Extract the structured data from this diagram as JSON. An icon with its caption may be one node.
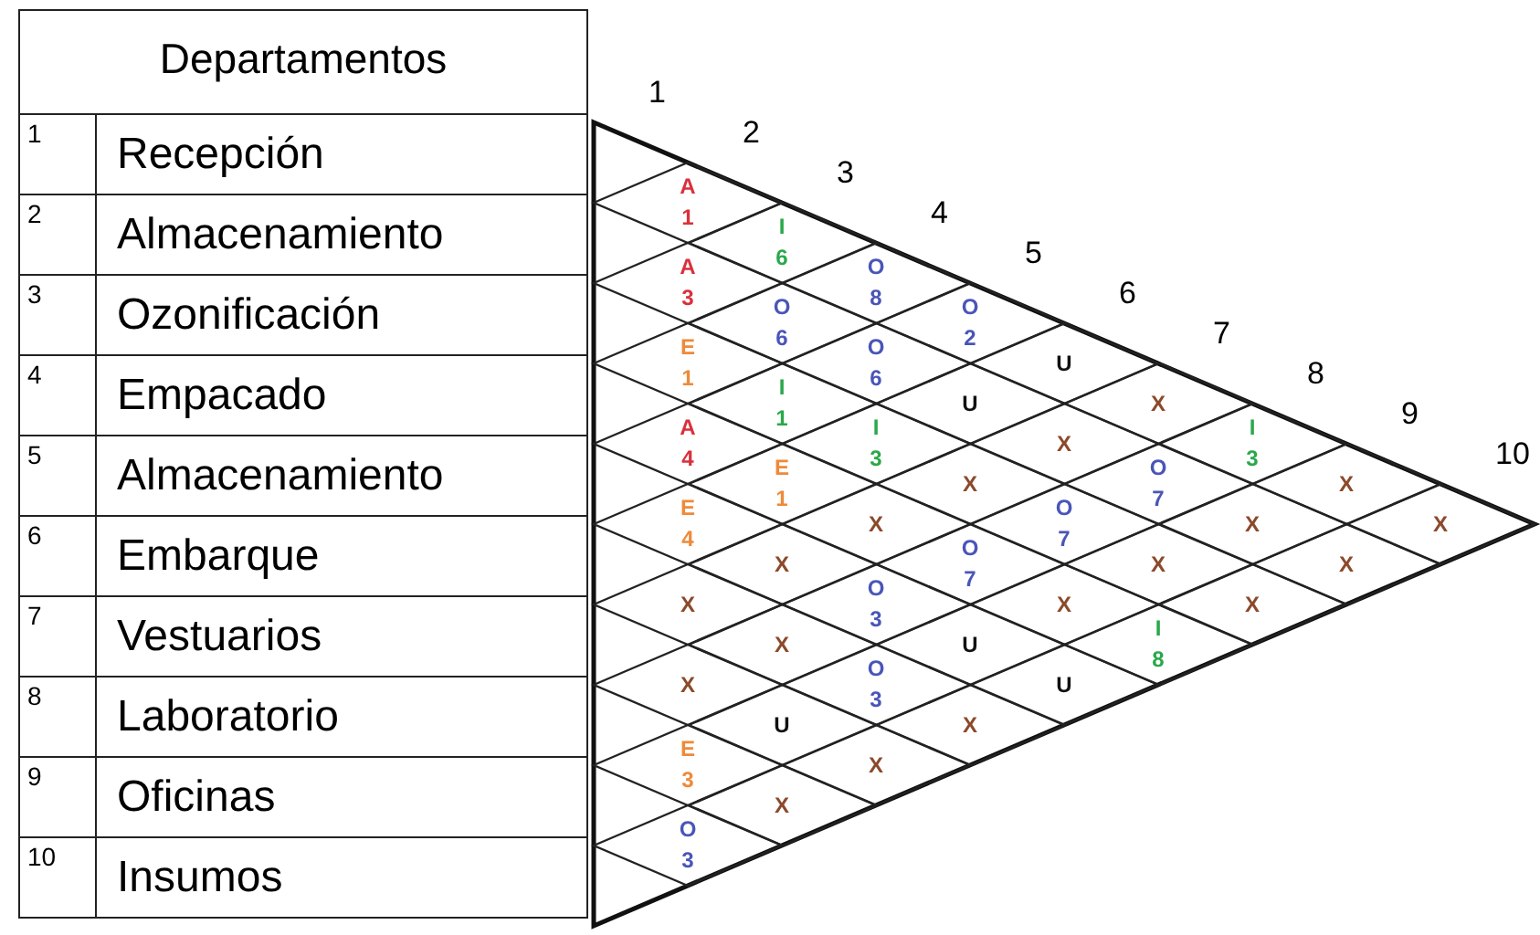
{
  "diagram": {
    "nodes": [
      {
        "text": [
          "A 1"
        ]
      },
      {
        "text": [
          "A 3"
        ]
      },
      {
        "text": [
          "E 1"
        ]
      },
      {
        "text": [
          "A 4"
        ]
      },
      {
        "text": [
          "E 4"
        ]
      },
      {
        "text": [
          "X"
        ]
      },
      {
        "text": [
          "X"
        ]
      },
      {
        "text": [
          "E 3"
        ]
      },
      {
        "text": [
          "O 3"
        ]
      },
      {
        "text": [
          "I 6"
        ]
      },
      {
        "text": [
          "O 6"
        ]
      },
      {
        "text": [
          "I 1"
        ]
      },
      {
        "text": [
          "E 1"
        ]
      },
      {
        "text": [
          "X"
        ]
      },
      {
        "text": [
          "X"
        ]
      },
      {
        "text": [
          "U"
        ]
      },
      {
        "text": [
          "X"
        ]
      },
      {
        "text": [
          "O 8"
        ]
      },
      {
        "text": [
          "O 6"
        ]
      },
      {
        "text": [
          "I 3"
        ]
      },
      {
        "text": [
          "X"
        ]
      },
      {
        "text": [
          "O 3"
        ]
      },
      {
        "text": [
          "O 3"
        ]
      },
      {
        "text": [
          "X"
        ]
      },
      {
        "text": [
          "O 2"
        ]
      },
      {
        "text": [
          "U"
        ]
      },
      {
        "text": [
          "X"
        ]
      },
      {
        "text": [
          "O 7"
        ]
      },
      {
        "text": [
          "U"
        ]
      },
      {
        "text": [
          "X"
        ]
      },
      {
        "text": [
          "U"
        ]
      },
      {
        "text": [
          "X"
        ]
      },
      {
        "text": [
          "O 7"
        ]
      },
      {
        "text": [
          "X"
        ]
      },
      {
        "text": [
          "U"
        ]
      },
      {
        "text": [
          "X"
        ]
      },
      {
        "text": [
          "O 7"
        ]
      },
      {
        "text": [
          "X"
        ]
      },
      {
        "text": [
          "I 8"
        ]
      },
      {
        "text": [
          "I 3"
        ]
      },
      {
        "text": [
          "X"
        ]
      },
      {
        "text": [
          "X"
        ]
      },
      {
        "text": [
          "X"
        ]
      },
      {
        "text": [
          "X"
        ]
      },
      {
        "text": [
          "X"
        ]
      }
    ],
    "edges": [],
    "labels": [
      "Departamentos",
      "1",
      "Recepción",
      "2",
      "Almacenamiento",
      "3",
      "Ozonificación",
      "4",
      "Empacado",
      "5",
      "Almacenamiento",
      "6",
      "Embarque",
      "7",
      "Vestuarios",
      "8",
      "Laboratorio",
      "9",
      "Oficinas",
      "10",
      "Insumos",
      "1",
      "2",
      "3",
      "4",
      "5",
      "6",
      "7",
      "8",
      "9",
      "10"
    ]
  }
}
